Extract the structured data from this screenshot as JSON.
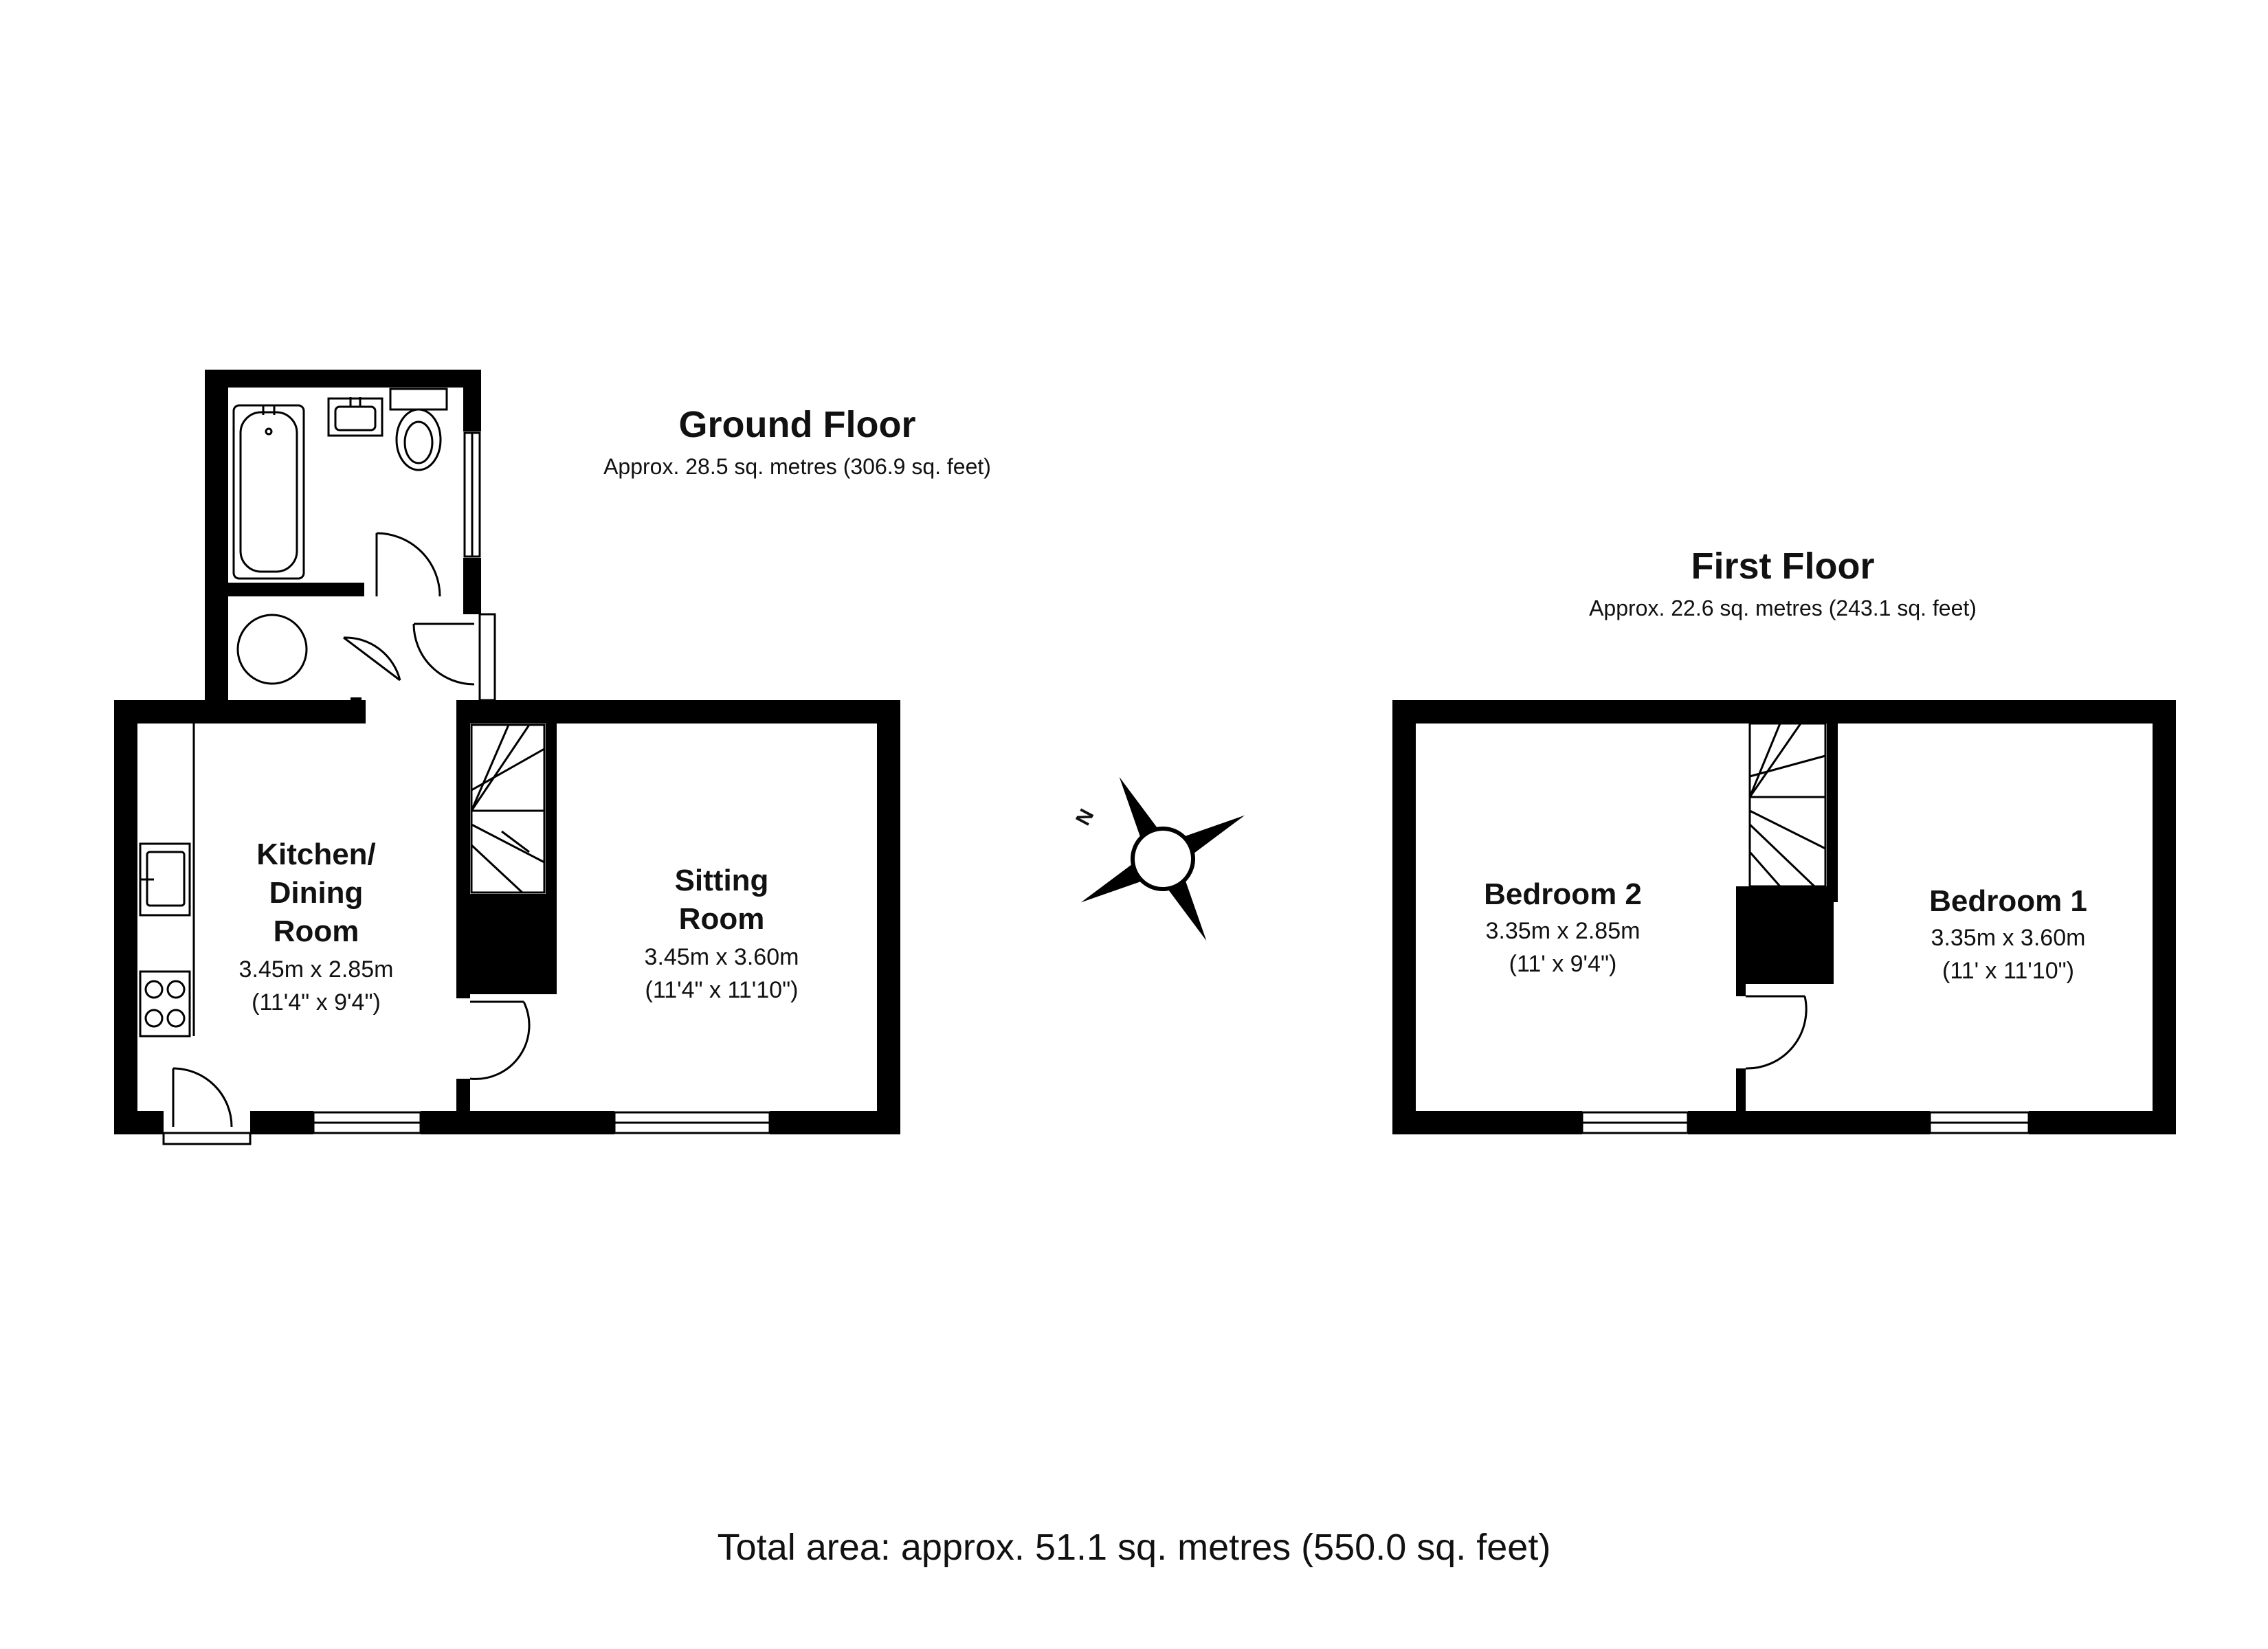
{
  "ground_floor": {
    "title": "Ground Floor",
    "area": "Approx. 28.5 sq. metres (306.9 sq. feet)",
    "rooms": [
      {
        "name_lines": [
          "Kitchen/",
          "Dining",
          "Room"
        ],
        "dim_m": "3.45m x 2.85m",
        "dim_ft": "(11'4\" x 9'4\")"
      },
      {
        "name_lines": [
          "Sitting",
          "Room"
        ],
        "dim_m": "3.45m x 3.60m",
        "dim_ft": "(11'4\" x 11'10\")"
      }
    ]
  },
  "first_floor": {
    "title": "First Floor",
    "area": "Approx. 22.6 sq. metres (243.1 sq. feet)",
    "rooms": [
      {
        "name_lines": [
          "Bedroom 2"
        ],
        "dim_m": "3.35m x 2.85m",
        "dim_ft": "(11' x 9'4\")"
      },
      {
        "name_lines": [
          "Bedroom 1"
        ],
        "dim_m": "3.35m x 3.60m",
        "dim_ft": "(11' x 11'10\")"
      }
    ]
  },
  "compass": {
    "north_label": "N"
  },
  "total_area": "Total area: approx. 51.1 sq. metres (550.0 sq. feet)"
}
